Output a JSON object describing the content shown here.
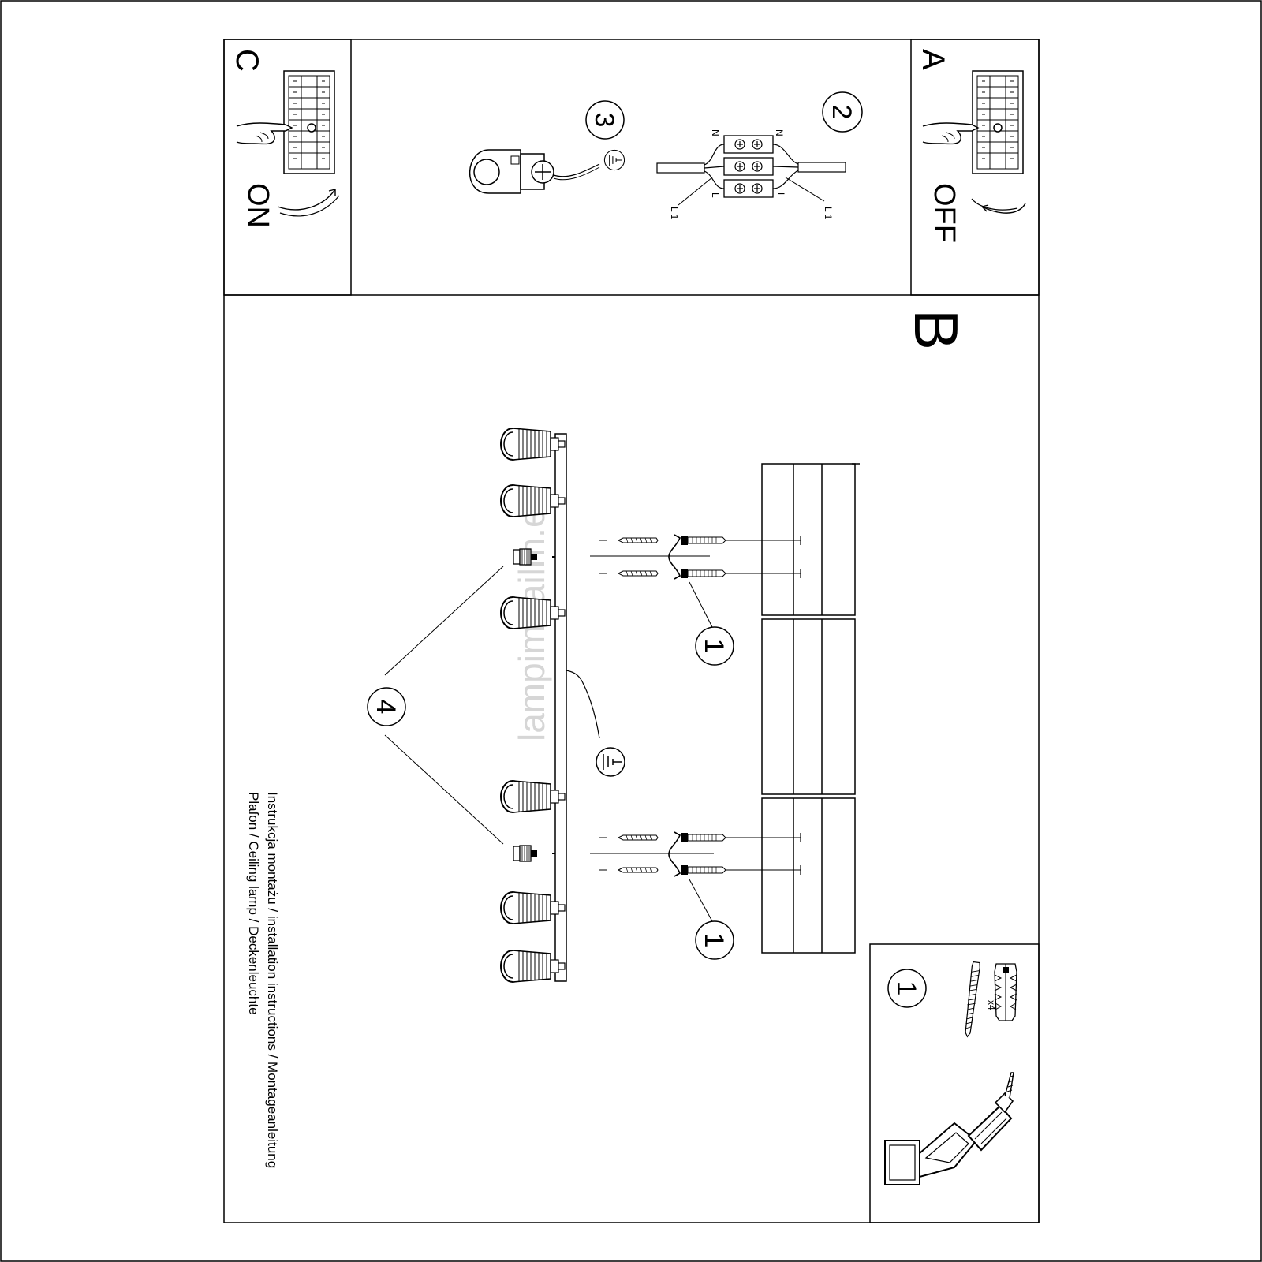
{
  "panels": {
    "a": {
      "letter": "A",
      "state": "OFF"
    },
    "c": {
      "letter": "C",
      "state": "ON"
    },
    "b": {
      "letter": "B"
    },
    "kit": {
      "step": "1",
      "quantity": "x4"
    }
  },
  "wiring": {
    "step_connector": "2",
    "step_earth": "3",
    "terminal_n": "N",
    "terminal_l": "L",
    "wire_l1": "L 1"
  },
  "callouts": {
    "fixing_top": "1",
    "fixing_bottom": "1",
    "bolt": "4"
  },
  "title": {
    "line1": "Instrukcja montażu / installation instructions / Montageanleitung",
    "line2": "Plafon / Ceiling lamp / Deckenleuchte"
  },
  "watermark": "lampimaailm.ee",
  "symbols": [
    "earth-ground-icon",
    "power-drill-icon",
    "screw-icon",
    "wall-plug-icon",
    "hand-icon",
    "circuit-breaker-icon"
  ]
}
